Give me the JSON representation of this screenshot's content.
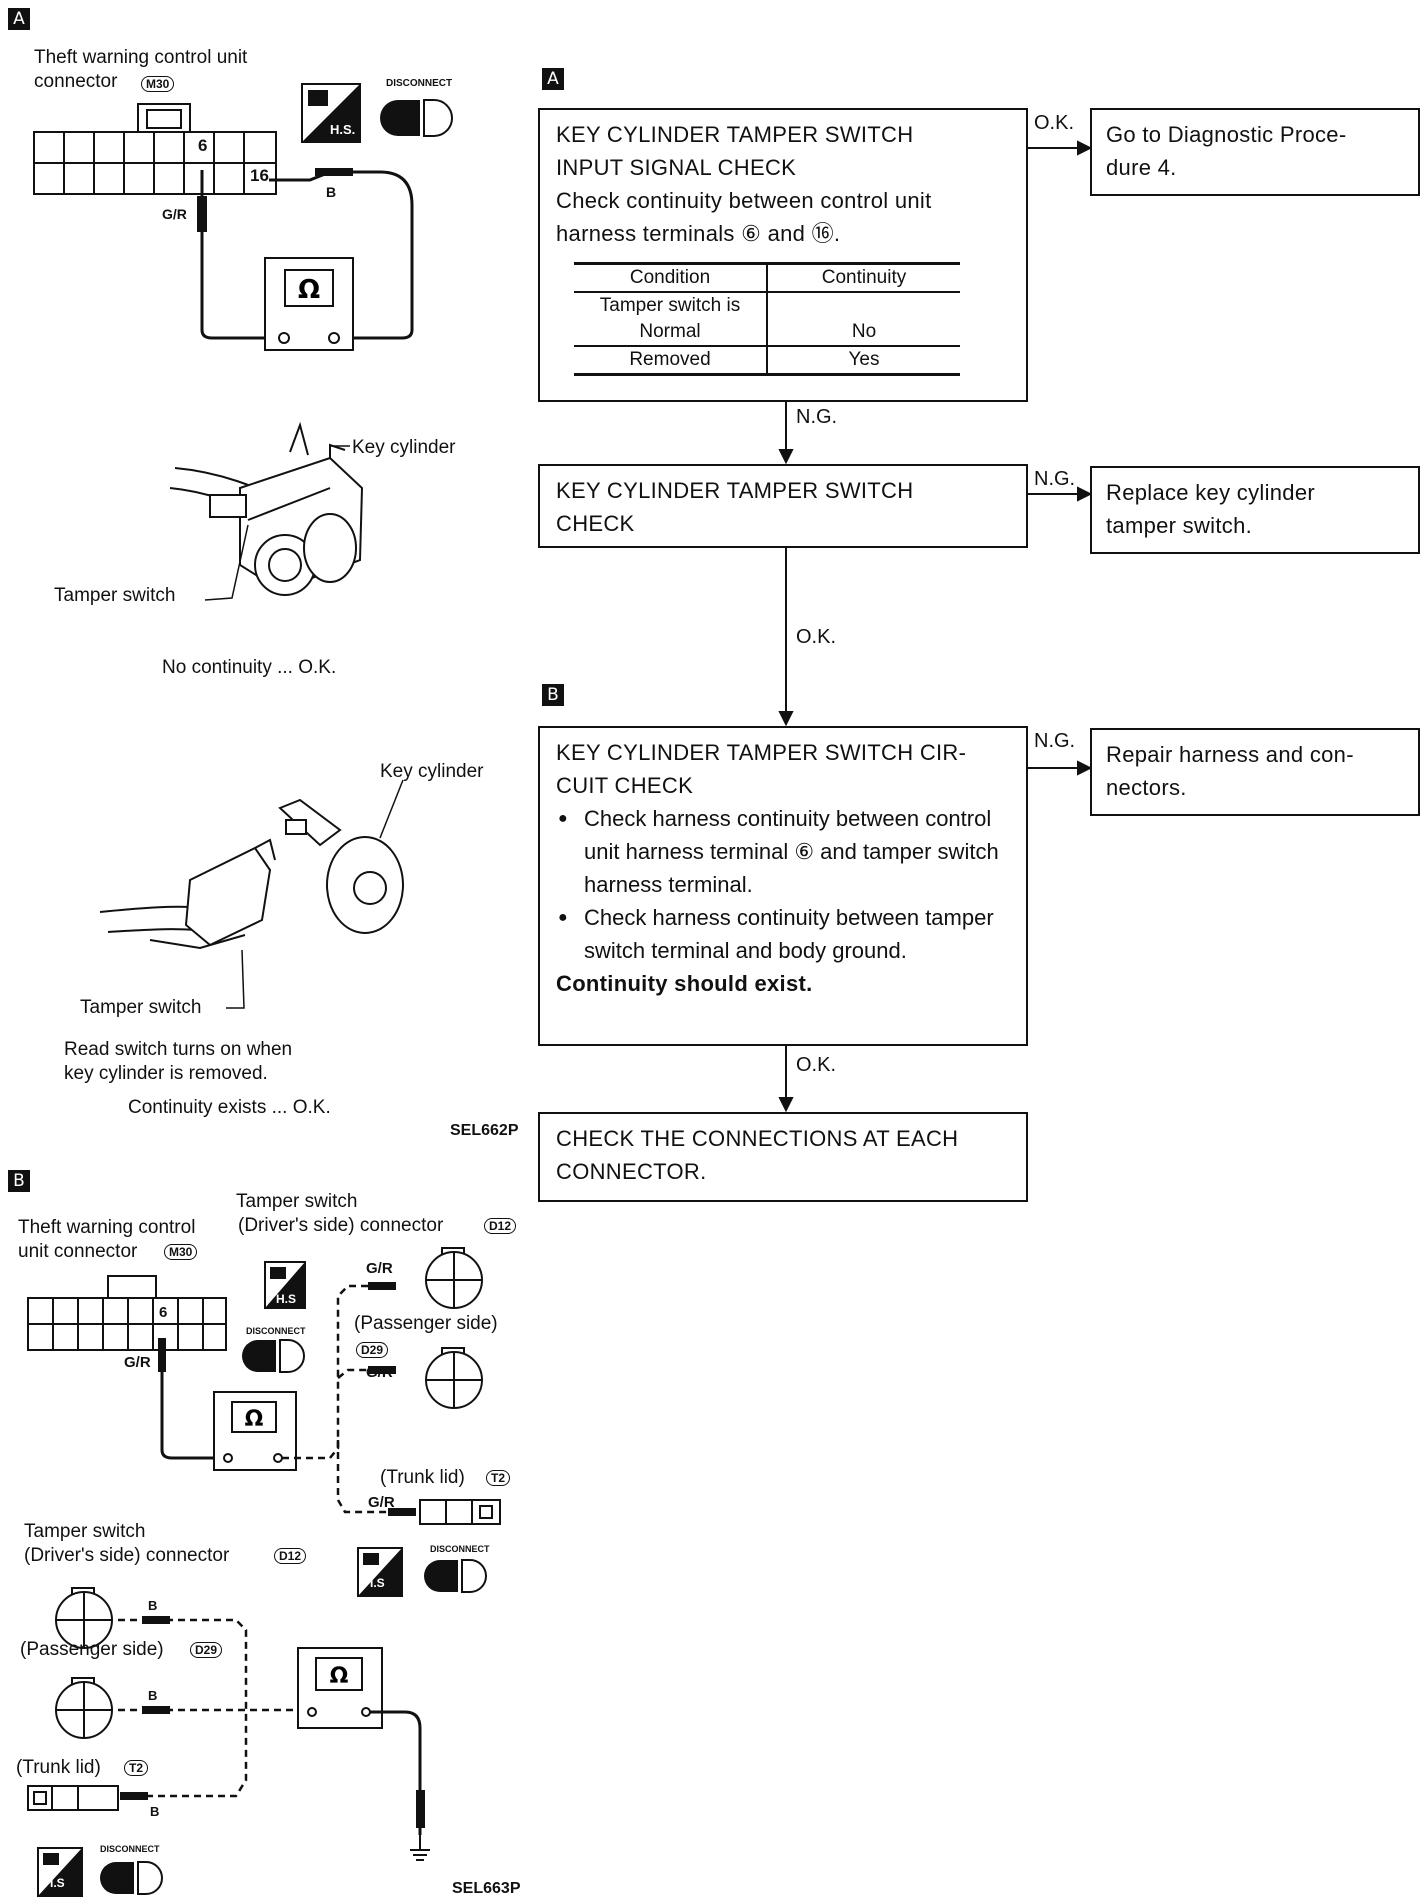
{
  "left": {
    "sectionA": {
      "tag": "A",
      "connector_label_1": "Theft warning control unit",
      "connector_label_2": "connector",
      "connector_code": "M30",
      "pin_6": "6",
      "pin_16": "16",
      "wire_left": "G/R",
      "wire_right": "B",
      "hs_badge": "H.S.",
      "disconnect": "DISCONNECT",
      "ohm": "Ω",
      "key_cylinder_1": "Key cylinder",
      "tamper_switch_1": "Tamper switch",
      "caption_1": "No continuity ... O.K.",
      "key_cylinder_2": "Key cylinder",
      "tamper_switch_2": "Tamper switch",
      "caption_2a": "Read switch turns on when",
      "caption_2b": "key cylinder is removed.",
      "caption_2c": "Continuity exists ... O.K.",
      "ref": "SEL662P"
    },
    "sectionB": {
      "tag": "B",
      "unit_label_1": "Theft warning control",
      "unit_label_2": "unit connector",
      "unit_code": "M30",
      "ts_label_1": "Tamper switch",
      "ts_label_2": "(Driver's side) connector",
      "ts_code": "D12",
      "passenger": "(Passenger side)",
      "passenger_code": "D29",
      "trunk": "(Trunk lid)",
      "trunk_code": "T2",
      "pin_6": "6",
      "wire_gr": "G/R",
      "wire_b": "B",
      "hs_badge": "H.S",
      "is_badge": "I.S",
      "disconnect": "DISCONNECT",
      "ohm": "Ω",
      "ts2_label_1": "Tamper switch",
      "ts2_label_2": "(Driver's side) connector",
      "ts2_code": "D12",
      "passenger2": "(Passenger side)",
      "passenger2_code": "D29",
      "trunk2": "(Trunk lid)",
      "trunk2_code": "T2",
      "ref": "SEL663P"
    }
  },
  "flow": {
    "tagA": "A",
    "tagB": "B",
    "box1": {
      "text": "KEY CYLINDER TAMPER SWITCH\nINPUT SIGNAL CHECK\nCheck continuity between control unit\nharness terminals ⑥ and ⑯.",
      "table": {
        "headers": [
          "Condition",
          "Continuity"
        ],
        "rows": [
          [
            "Tamper switch is",
            ""
          ],
          [
            "Normal",
            "No"
          ],
          [
            "Removed",
            "Yes"
          ]
        ]
      }
    },
    "ok1": "O.K.",
    "result1": "Go to Diagnostic Proce-\ndure 4.",
    "ng1": "N.G.",
    "box2": "KEY CYLINDER TAMPER SWITCH\nCHECK",
    "ng2": "N.G.",
    "result2": "Replace key cylinder\ntamper switch.",
    "ok2": "O.K.",
    "box3": {
      "title": "KEY CYLINDER TAMPER SWITCH CIR-\nCUIT CHECK",
      "bullets": [
        "Check harness continuity between control unit harness terminal ⑥ and tamper switch harness terminal.",
        "Check harness continuity between tamper switch terminal and body ground."
      ],
      "footer": "Continuity should exist."
    },
    "ng3": "N.G.",
    "result3": "Repair harness and con-\nnectors.",
    "ok3": "O.K.",
    "box4": "CHECK THE CONNECTIONS AT EACH\nCONNECTOR."
  }
}
